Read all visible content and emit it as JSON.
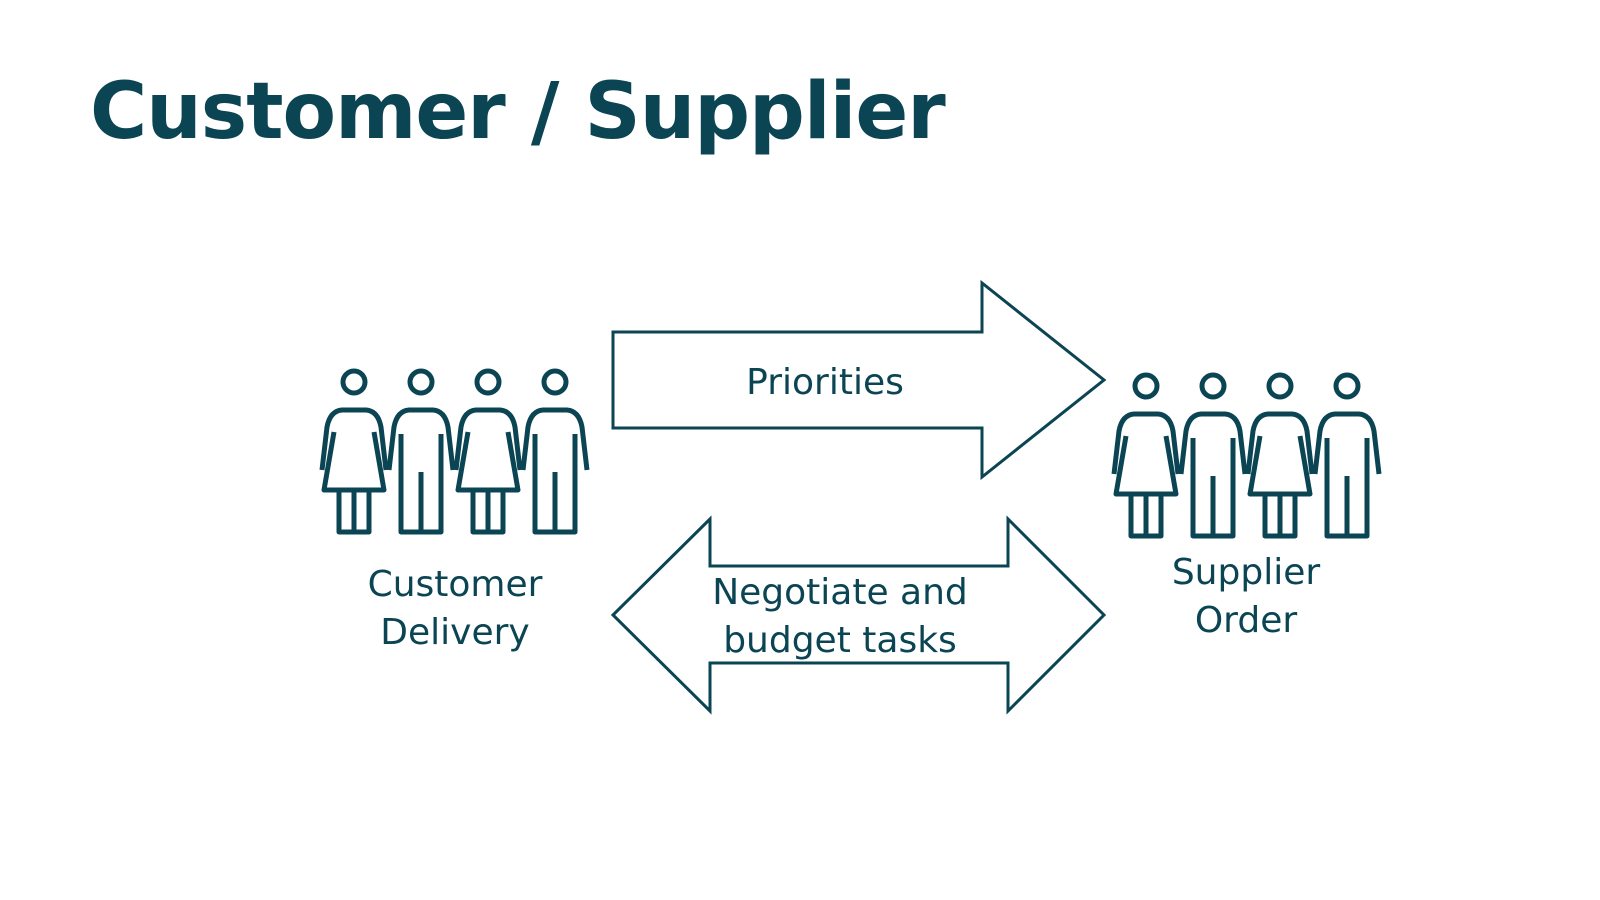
{
  "slide": {
    "title": "Customer / Supplier"
  },
  "diagram": {
    "customer_group": {
      "label_line1": "Customer",
      "label_line2": "Delivery"
    },
    "supplier_group": {
      "label_line1": "Supplier",
      "label_line2": "Order"
    },
    "top_arrow": {
      "direction": "right",
      "label": "Priorities"
    },
    "bottom_arrow": {
      "direction": "both",
      "label_line1": "Negotiate and",
      "label_line2": "budget tasks"
    },
    "icons": {
      "people_group": "people-group-icon"
    },
    "colors": {
      "primary": "#0b4553",
      "background": "#ffffff"
    }
  }
}
